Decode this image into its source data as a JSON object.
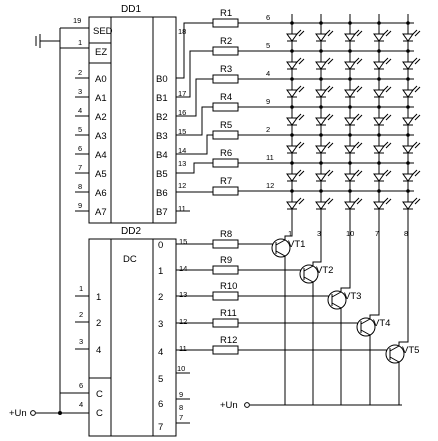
{
  "dd1": {
    "title": "DD1",
    "left_pins": [
      {
        "label": "SED",
        "pin": "19"
      },
      {
        "label": "EZ",
        "pin": "1"
      },
      {
        "label": "A0",
        "pin": "2"
      },
      {
        "label": "A1",
        "pin": "3"
      },
      {
        "label": "A2",
        "pin": "4"
      },
      {
        "label": "A3",
        "pin": "5"
      },
      {
        "label": "A4",
        "pin": "6"
      },
      {
        "label": "A5",
        "pin": "7"
      },
      {
        "label": "A6",
        "pin": "8"
      },
      {
        "label": "A7",
        "pin": "9"
      }
    ],
    "right_pins": [
      {
        "label": "B0",
        "pin": "18"
      },
      {
        "label": "B1",
        "pin": "17"
      },
      {
        "label": "B2",
        "pin": "16"
      },
      {
        "label": "B3",
        "pin": "15"
      },
      {
        "label": "B4",
        "pin": "14"
      },
      {
        "label": "B5",
        "pin": "13"
      },
      {
        "label": "B6",
        "pin": "12"
      },
      {
        "label": "B7",
        "pin": "11"
      }
    ]
  },
  "dd2": {
    "title": "DD2",
    "func": "DC",
    "inputs": [
      {
        "label": "1",
        "pin": "1"
      },
      {
        "label": "2",
        "pin": "2"
      },
      {
        "label": "4",
        "pin": "3"
      },
      {
        "label": "C",
        "pin": "6"
      },
      {
        "label": "C",
        "pin": "4"
      }
    ],
    "outputs": [
      {
        "label": "0",
        "pin": "15"
      },
      {
        "label": "1",
        "pin": "14"
      },
      {
        "label": "2",
        "pin": "13"
      },
      {
        "label": "3",
        "pin": "12"
      },
      {
        "label": "4",
        "pin": "11"
      },
      {
        "label": "5",
        "pin": "10"
      },
      {
        "label": "6",
        "pin": "9"
      },
      {
        "label": "7",
        "pin": "7"
      }
    ],
    "extra_pin": "8"
  },
  "row_resistors": [
    "R1",
    "R2",
    "R3",
    "R4",
    "R5",
    "R6",
    "R7"
  ],
  "row_pins": [
    "6",
    "5",
    "4",
    "9",
    "2",
    "11",
    "12"
  ],
  "col_resistors": [
    "R8",
    "R9",
    "R10",
    "R11",
    "R12"
  ],
  "transistors": [
    "VT1",
    "VT2",
    "VT3",
    "VT4",
    "VT5"
  ],
  "col_pins": [
    "1",
    "3",
    "10",
    "7",
    "8"
  ],
  "supply_label": "+Un",
  "supply_label_2": "+Un"
}
